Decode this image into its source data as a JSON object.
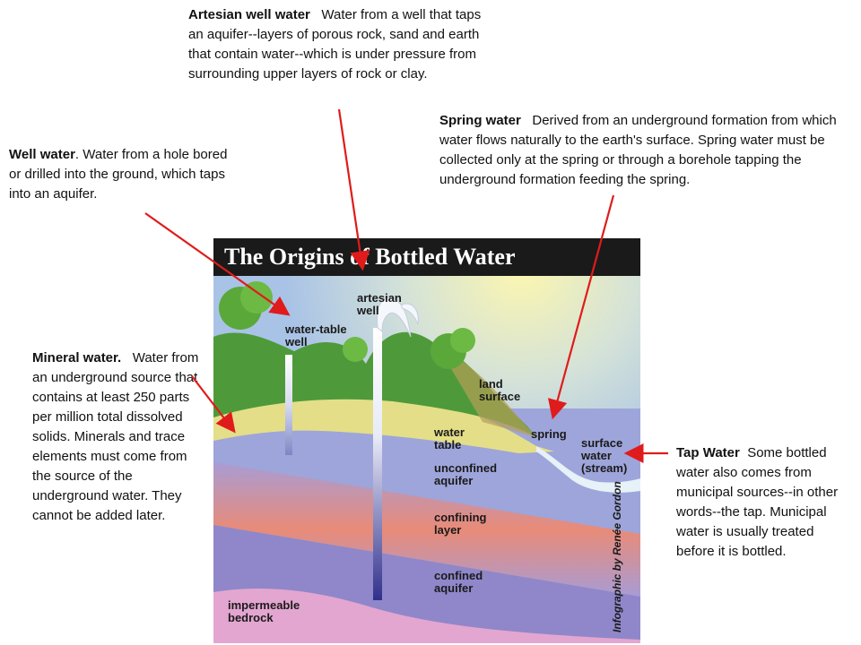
{
  "callouts": {
    "artesian": {
      "title": "Artesian well water",
      "text": "Water from a well that taps an aquifer--layers of porous rock, sand and earth that contain water--which is under pressure from surrounding upper layers of rock or clay."
    },
    "spring": {
      "title": "Spring water",
      "text": "Derived from an underground formation from which water flows naturally to the earth's surface. Spring water must be collected only at the spring or through a borehole tapping the underground formation feeding the spring."
    },
    "well": {
      "title": "Well water",
      "text": ". Water from a hole bored or drilled into the ground, which taps into an aquifer."
    },
    "mineral": {
      "title": "Mineral water.",
      "text": "Water from an underground source that contains at least 250 parts per million total dissolved solids. Minerals and trace elements must come from the source of the underground water. They cannot be added later."
    },
    "tap": {
      "title": "Tap Water",
      "text": "Some bottled water also comes from municipal sources--in other words--the tap. Municipal water is usually treated before it is bottled."
    }
  },
  "diagram": {
    "title": "The Origins of Bottled Water",
    "credit": "Infographic by Renée Gordon",
    "labels": {
      "artesian_well": "artesian well",
      "water_table_well": "water-table well",
      "land_surface": "land surface",
      "spring": "spring",
      "water_table": "water table",
      "surface_water": "surface water (stream)",
      "unconfined_aquifer": "unconfined aquifer",
      "confining_layer": "confining layer",
      "confined_aquifer": "confined aquifer",
      "impermeable_bedrock": "impermeable bedrock"
    }
  },
  "colors": {
    "arrow": "#e01b1b",
    "title_bar": "#1a1a1a",
    "sky": "#b9cfe6",
    "hills": "#4f9a3c",
    "soil": "#e3dd85",
    "aquifer": "#9aa3d9",
    "confining": "#f08a72",
    "bedrock": "#e4a7d1"
  }
}
